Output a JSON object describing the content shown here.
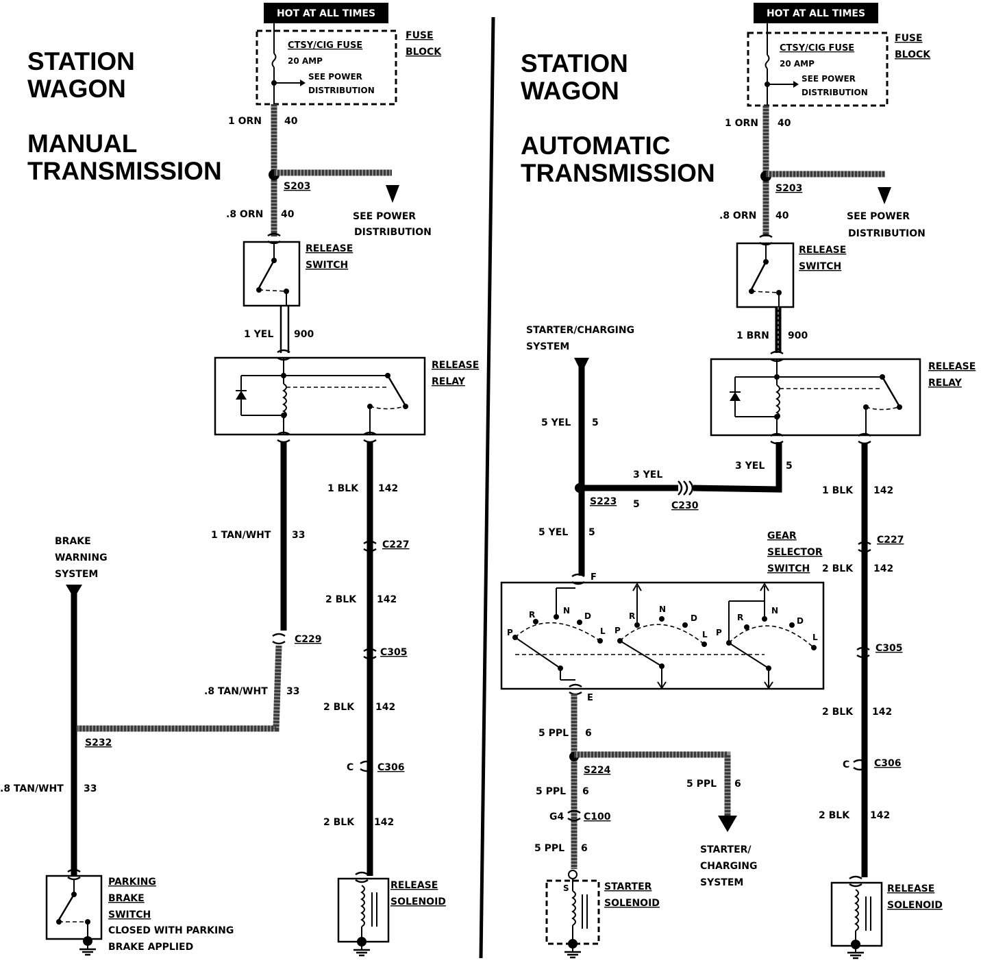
{
  "titles": {
    "left_line1": "STATION",
    "left_line2": "WAGON",
    "left_line3": "MANUAL",
    "left_line4": "TRANSMISSION",
    "right_line1": "STATION",
    "right_line2": "WAGON",
    "right_line3": "AUTOMATIC",
    "right_line4": "TRANSMISSION"
  },
  "fuse": {
    "hot_label": "HOT AT ALL TIMES",
    "name": "CTSY/CIG FUSE",
    "amp": "20 AMP",
    "see_line1": "SEE POWER",
    "see_line2": "DISTRIBUTION",
    "block_line1": "FUSE",
    "block_line2": "BLOCK"
  },
  "left": {
    "w_1orn": "1 ORN",
    "c_40a": "40",
    "s203": "S203",
    "w_08orn": ".8 ORN",
    "c_40b": "40",
    "see_pd1": "SEE POWER",
    "see_pd2": "DISTRIBUTION",
    "rs1": "RELEASE",
    "rs2": "SWITCH",
    "w_1yel": "1 YEL",
    "c_900": "900",
    "rr1": "RELEASE",
    "rr2": "RELAY",
    "w_1blk": "1 BLK",
    "c_142a": "142",
    "c227": "C227",
    "w_2blk_a": "2 BLK",
    "c_142b": "142",
    "c305": "C305",
    "w_2blk_b": "2 BLK",
    "c_142c": "142",
    "c_pin": "C",
    "c306": "C306",
    "w_2blk_c": "2 BLK",
    "c_142d": "142",
    "w_1tanwht": "1 TAN/WHT",
    "c_33a": "33",
    "c229": "C229",
    "w_08tanwht": ".8 TAN/WHT",
    "c_33b": "33",
    "bw1": "BRAKE",
    "bw2": "WARNING",
    "bw3": "SYSTEM",
    "s232": "S232",
    "w_08tanwht2": ".8 TAN/WHT",
    "c_33c": "33",
    "pb1": "PARKING",
    "pb2": "BRAKE",
    "pb3": "SWITCH",
    "pb4": "CLOSED WITH PARKING",
    "pb5": "BRAKE APPLIED",
    "sol1": "RELEASE",
    "sol2": "SOLENOID"
  },
  "right": {
    "w_1orn": "1 ORN",
    "c_40a": "40",
    "s203": "S203",
    "w_08orn": ".8 ORN",
    "c_40b": "40",
    "see_pd1": "SEE POWER",
    "see_pd2": "DISTRIBUTION",
    "rs1": "RELEASE",
    "rs2": "SWITCH",
    "w_1brn": "1 BRN",
    "c_900": "900",
    "rr1": "RELEASE",
    "rr2": "RELAY",
    "sc1": "STARTER/CHARGING",
    "sc2": "SYSTEM",
    "w_5yel_a": "5 YEL",
    "c_5a": "5",
    "w_3yel_a": "3 YEL",
    "w_3yel_b": "3 YEL",
    "c_5b": "5",
    "s223": "S223",
    "c_5c": "5",
    "c230": "C230",
    "w_5yel_b": "5 YEL",
    "c_5d": "5",
    "gs1": "GEAR",
    "gs2": "SELECTOR",
    "gs3": "SWITCH",
    "pin_f": "F",
    "pin_e": "E",
    "g_p": "P",
    "g_r": "R",
    "g_n": "N",
    "g_d": "D",
    "g_l": "L",
    "w_5ppl_a": "5 PPL",
    "c_6a": "6",
    "s224": "S224",
    "w_5ppl_b": "5 PPL",
    "c_6b": "6",
    "w_5ppl_c": "5 PPL",
    "c_6c": "6",
    "g4": "G4",
    "c100": "C100",
    "w_5ppl_d": "5 PPL",
    "c_6d": "6",
    "sc3": "STARTER/",
    "sc4": "CHARGING",
    "sc5": "SYSTEM",
    "ss_s": "S",
    "ss1": "STARTER",
    "ss2": "SOLENOID",
    "w_1blk": "1 BLK",
    "c_142a": "142",
    "c227": "C227",
    "w_2blk_a": "2 BLK",
    "c_142b": "142",
    "c305": "C305",
    "w_2blk_b": "2 BLK",
    "c_142c": "142",
    "c_pin": "C",
    "c306": "C306",
    "w_2blk_c": "2 BLK",
    "c_142d": "142",
    "sol1": "RELEASE",
    "sol2": "SOLENOID"
  }
}
